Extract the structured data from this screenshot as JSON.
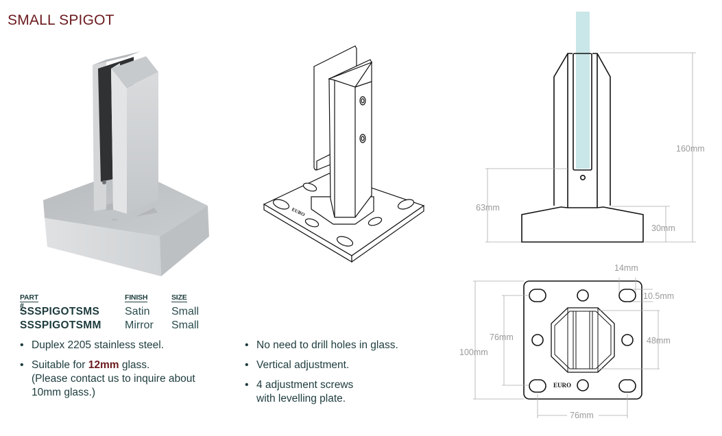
{
  "page": {
    "title": "SMALL SPIGOT"
  },
  "specs": {
    "headers": {
      "part": "PART #",
      "finish": "FINISH",
      "size": "SIZE"
    },
    "rows": [
      {
        "part": "SSSPIGOTSMS",
        "finish": "Satin",
        "size": "Small"
      },
      {
        "part": "SSSPIGOTSMM",
        "finish": "Mirror",
        "size": "Small"
      }
    ]
  },
  "features_left": [
    {
      "text": "Duplex 2205 stainless steel."
    },
    {
      "pre": "Suitable for ",
      "highlight": "12mm",
      "post": " glass.",
      "note_line1": "(Please contact us to inquire about",
      "note_line2": "10mm glass.)"
    }
  ],
  "features_right": [
    {
      "text": "No need to drill holes in glass."
    },
    {
      "text": "Vertical adjustment."
    },
    {
      "line1": "4 adjustment screws",
      "line2": "with levelling plate."
    }
  ],
  "side_view": {
    "total_height": "160mm",
    "clamp_height": "63mm",
    "base_height": "30mm"
  },
  "top_view": {
    "plate_width": "100mm",
    "hole_spacing_vertical": "76mm",
    "hole_spacing_horizontal": "76mm",
    "slot_length": "14mm",
    "slot_width": "10.5mm",
    "clamp_width": "48mm",
    "logo": "EURO"
  },
  "colors": {
    "title": "#6b1a1e",
    "text": "#1d3b3d",
    "glass": "#c9e6e8",
    "dimension": "#9a9a9a"
  }
}
